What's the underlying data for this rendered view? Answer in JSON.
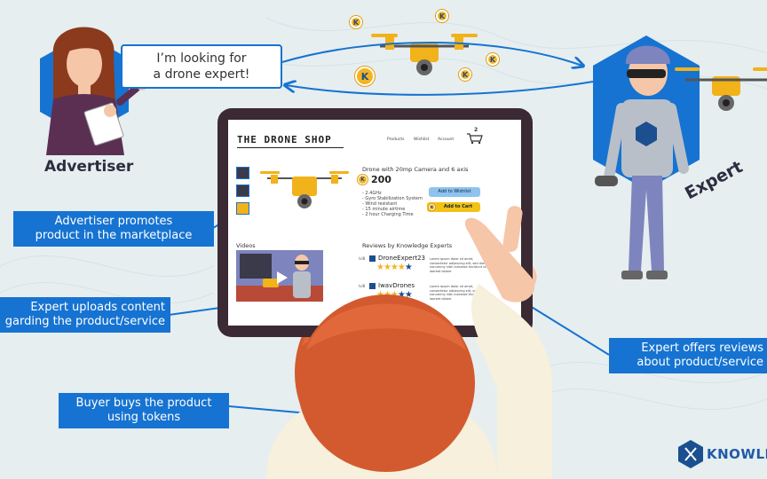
{
  "speech_bubble": {
    "line1": "I’m looking for",
    "line2": "a drone expert!"
  },
  "roles": {
    "advertiser": "Advertiser",
    "expert": "Expert"
  },
  "callouts": {
    "advertiser_promotes": {
      "line1": "Advertiser promotes",
      "line2": "product in the marketplace"
    },
    "expert_uploads": {
      "line1": "Expert uploads content",
      "line2": "garding the product/service"
    },
    "buyer_buys": {
      "line1": "Buyer buys the product",
      "line2": "using tokens"
    },
    "expert_reviews": {
      "line1": "Expert offers reviews",
      "line2": "about product/service"
    }
  },
  "shop": {
    "title": "THE DRONE SHOP",
    "nav": [
      "Products",
      "Wishlist",
      "Account"
    ],
    "cart_count": "2",
    "product_name": "Drone with 20mp Camera and 6 axis",
    "price": "200",
    "features": [
      "- 2.4GHz",
      "- Gyro Stabilization System",
      "- Wind resistant",
      "- 15 minute airtime",
      "- 2 hour Charging Time"
    ],
    "wishlist_button": "Add to Wishlist",
    "cart_button": "Add to Cart",
    "videos_label": "Videos",
    "reviews_label": "Reviews by Knowledge Experts",
    "reviews": [
      {
        "level": "lvl8",
        "name": "DroneExpert23",
        "text": "Lorem ipsum dolor sit amet, consectetur adipiscing elit, sed diam nonummy nibh euismod tincidunt ut laoreet dolore"
      },
      {
        "level": "lvl8",
        "name": "IwavDrones",
        "text": "Lorem ipsum dolor sit amet, consectetur adipiscing elit, sed diam nonummy nibh euismod tincidunt ut laoreet dolore"
      }
    ]
  },
  "logo": {
    "text": "KNOWLE"
  },
  "colors": {
    "blue": "#1673d1",
    "navy": "#1b4f8f",
    "yellow": "#f4b41f",
    "tablet": "#3b2a33",
    "hair": "#d35a2f"
  }
}
